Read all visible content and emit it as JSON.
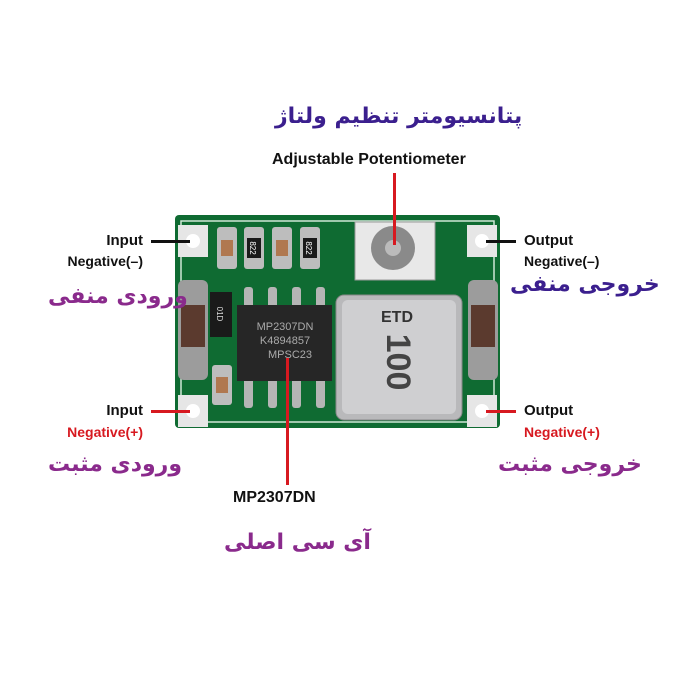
{
  "colors": {
    "accent_red": "#d71920",
    "persian_purple": "#8a2a8c",
    "persian_blue": "#3b1f8e",
    "pcb_green": "#0f6b32"
  },
  "top": {
    "persian_title": "پتانسیومتر تنظیم ولتاژ",
    "title": "Adjustable Potentiometer"
  },
  "left_top": {
    "label": "Input",
    "polarity": "Negative(–)",
    "persian": "ورودی منفی"
  },
  "right_top": {
    "label": "Output",
    "polarity": "Negative(–)",
    "persian": "خروجی منفی"
  },
  "left_bottom": {
    "label": "Input",
    "polarity": "Negative(+)",
    "persian": "ورودی مثبت"
  },
  "right_bottom": {
    "label": "Output",
    "polarity": "Negative(+)",
    "persian": "خروجی مثبت"
  },
  "chip": {
    "label": "MP2307DN",
    "persian": "آی سی اصلی",
    "marking": [
      "MP2307DN",
      "K4894857",
      "MPSC23"
    ]
  },
  "board": {
    "resistor_code": "822",
    "diode_code": "01D",
    "inductor_logo": "ETD",
    "inductor_value": "100"
  }
}
